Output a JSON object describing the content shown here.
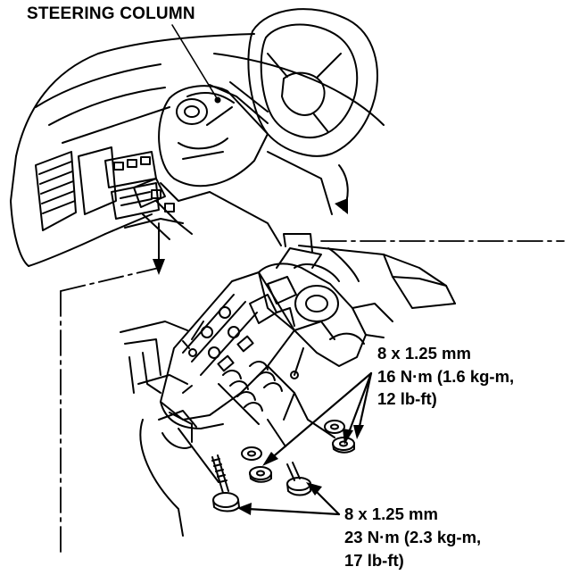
{
  "diagram": {
    "title": "STEERING COLUMN",
    "upper_fastener_spec": {
      "size": "8 x 1.25 mm",
      "torque": "16 N·m (1.6 kg-m,",
      "torque_cont": "12 lb-ft)"
    },
    "lower_fastener_spec": {
      "size": "8 x 1.25 mm",
      "torque": "23 N·m (2.3 kg-m,",
      "torque_cont": "17 lb-ft)"
    }
  }
}
